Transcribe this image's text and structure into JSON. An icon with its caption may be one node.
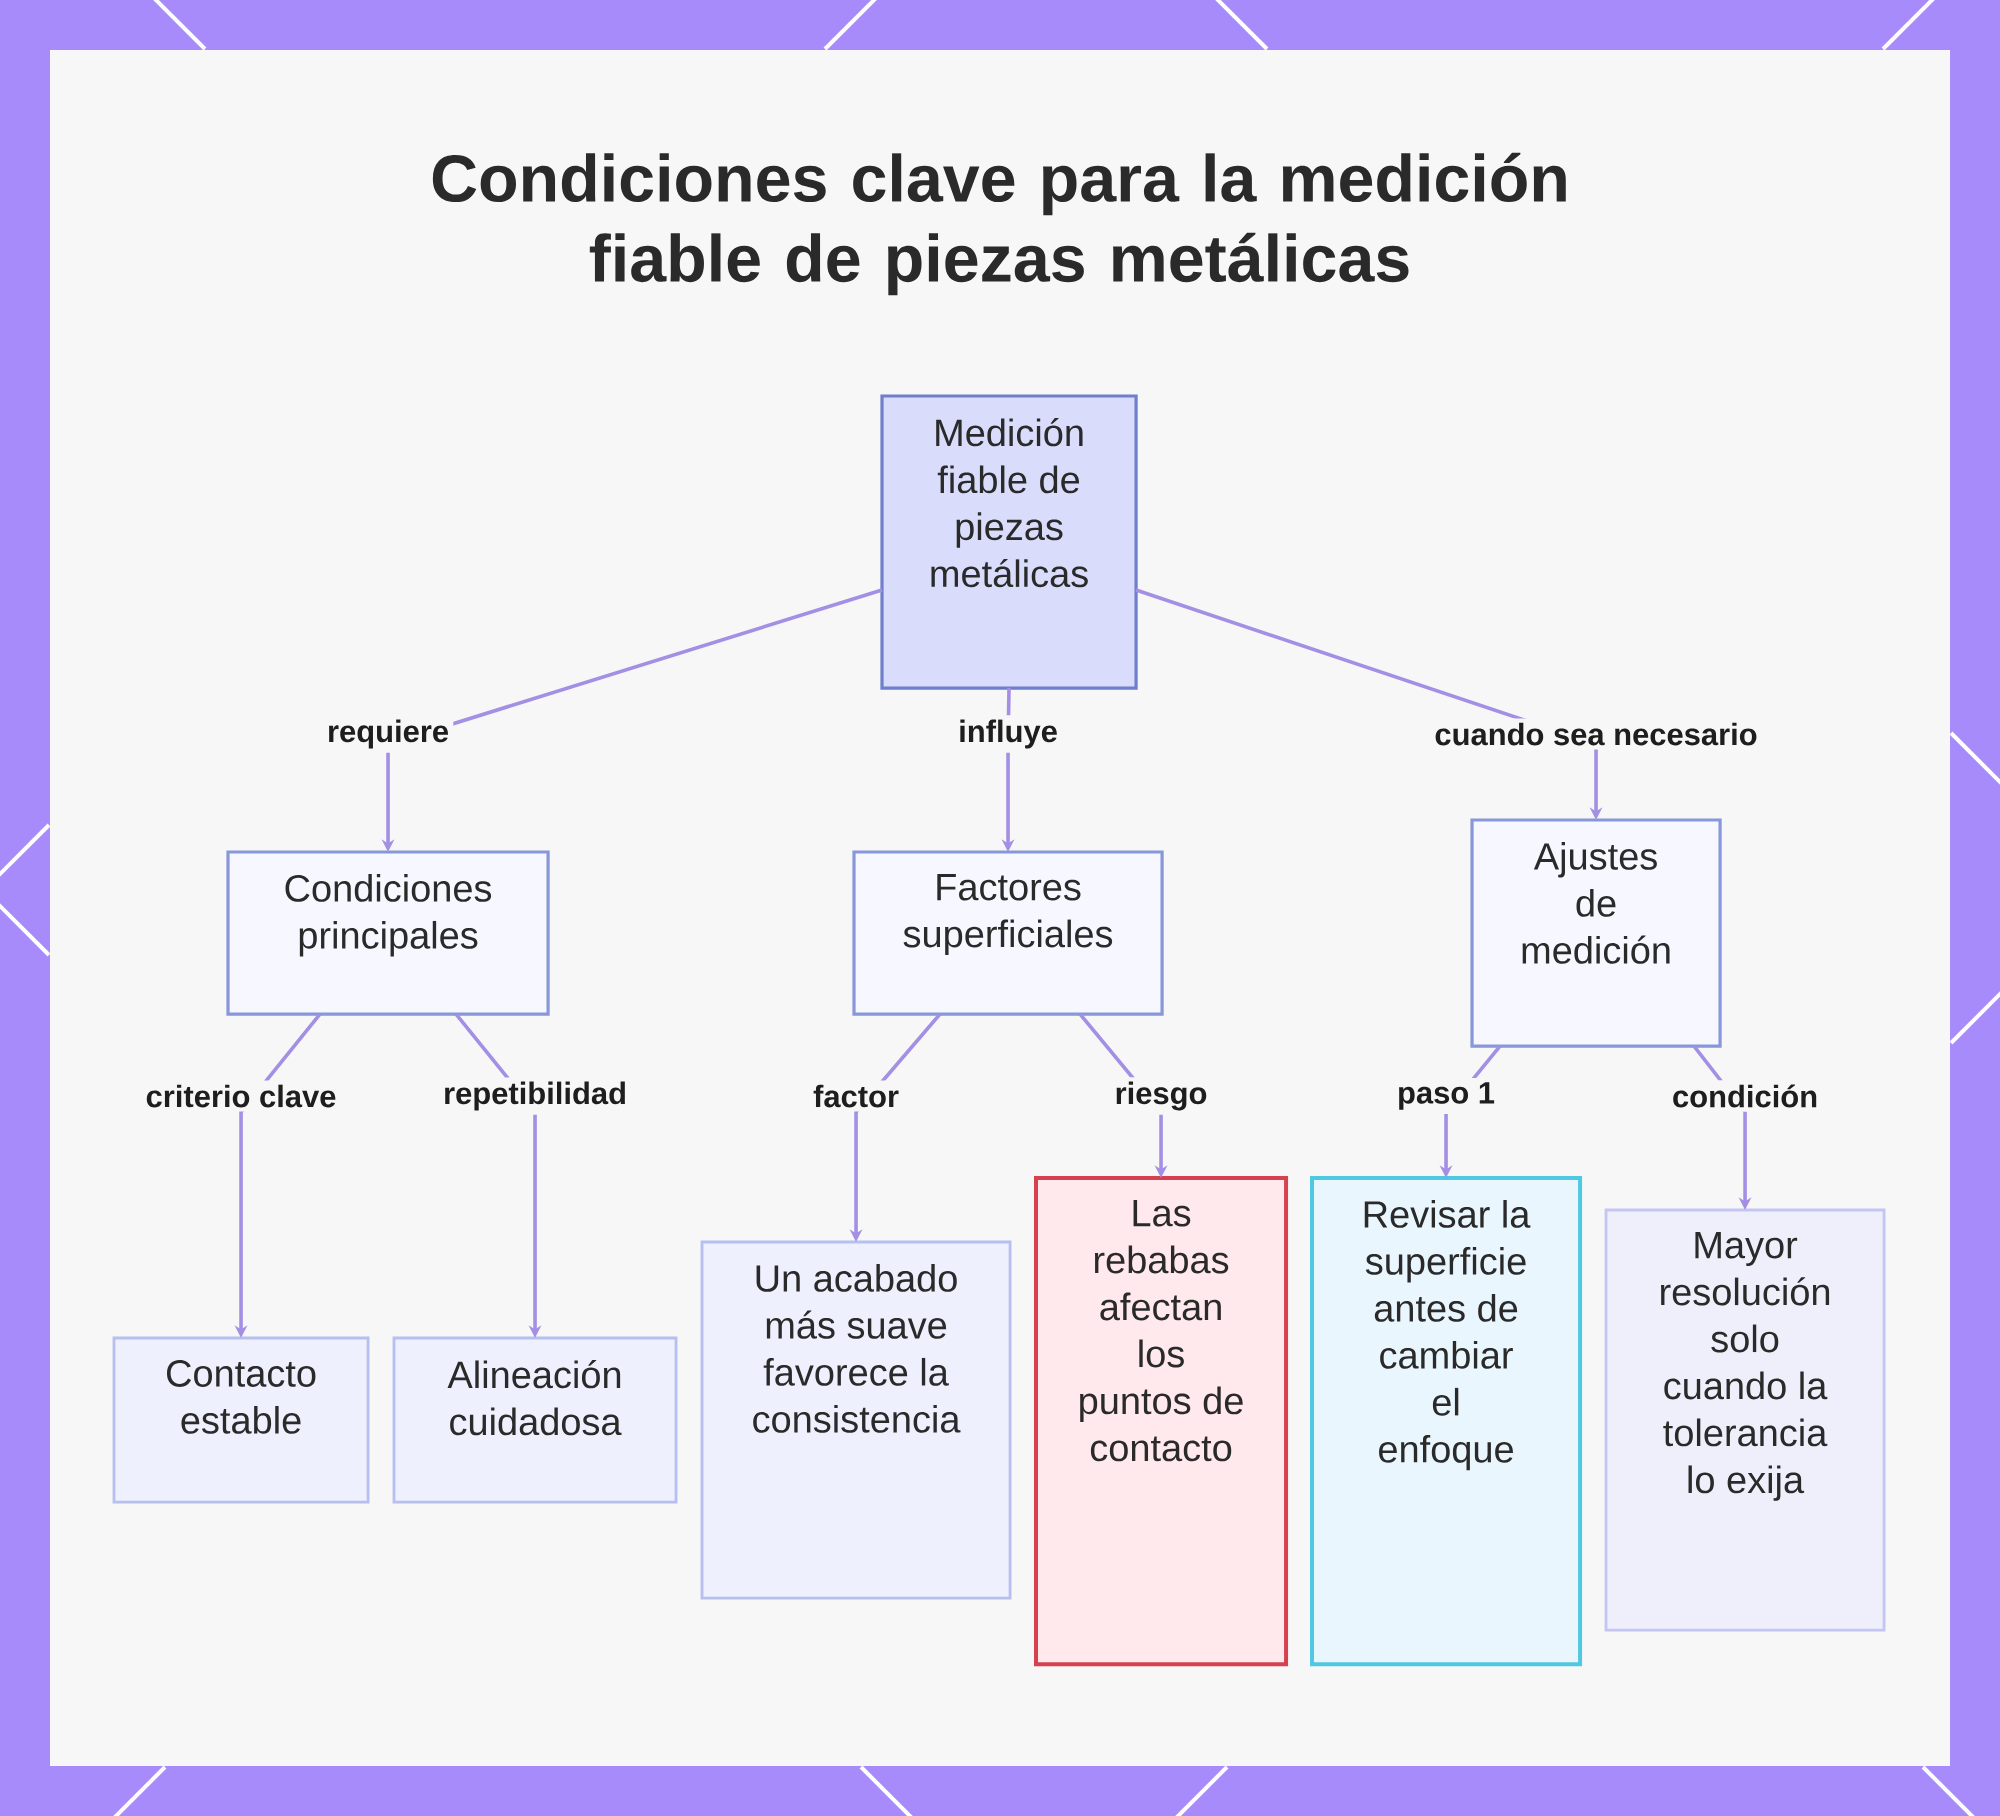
{
  "diagram": {
    "title": "Condiciones clave para la medición fiable de piezas metálicas",
    "nodes": [
      {
        "text": [
          "Medición fiable de piezas metálicas"
        ]
      },
      {
        "text": [
          "Condiciones principales"
        ]
      },
      {
        "text": [
          "Factores superficiales"
        ]
      },
      {
        "text": [
          "Ajustes de medición"
        ]
      },
      {
        "text": [
          "Contacto estable"
        ]
      },
      {
        "text": [
          "Alineación cuidadosa"
        ]
      },
      {
        "text": [
          "Un acabado más suave favorece la consistencia"
        ]
      },
      {
        "text": [
          "Las rebabas afectan los puntos de contacto"
        ]
      },
      {
        "text": [
          "Revisar la superficie antes de cambiar el enfoque"
        ]
      },
      {
        "text": [
          "Mayor resolución solo cuando la tolerancia lo exija"
        ]
      }
    ],
    "edges": [
      {
        "from": 0,
        "to": 1,
        "arrow": "to",
        "label": "requiere"
      },
      {
        "from": 0,
        "to": 2,
        "arrow": "to",
        "label": "influye"
      },
      {
        "from": 0,
        "to": 3,
        "arrow": "to",
        "label": "cuando sea necesario"
      },
      {
        "from": 1,
        "to": 4,
        "arrow": "to",
        "label": "criterio clave"
      },
      {
        "from": 1,
        "to": 5,
        "arrow": "to",
        "label": "repetibilidad"
      },
      {
        "from": 2,
        "to": 6,
        "arrow": "to",
        "label": "factor"
      },
      {
        "from": 2,
        "to": 7,
        "arrow": "to",
        "label": "riesgo"
      },
      {
        "from": 3,
        "to": 8,
        "arrow": "to",
        "label": "paso 1"
      },
      {
        "from": 3,
        "to": 9,
        "arrow": "to",
        "label": "condición"
      }
    ]
  }
}
